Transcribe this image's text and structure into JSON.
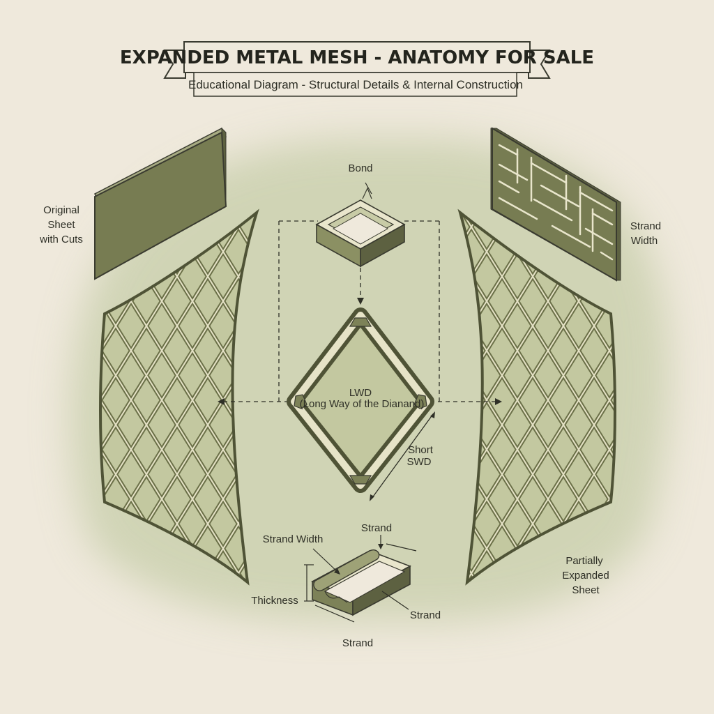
{
  "header": {
    "title": "EXPANDED METAL MESH - ANATOMY FOR SALE",
    "subtitle": "Educational Diagram - Structural Details & Internal Construction"
  },
  "labels": {
    "original_sheet": [
      "Original",
      "Sheet",
      "with Cuts"
    ],
    "strand_width_top": [
      "Strand",
      "Width"
    ],
    "bond": "Bond",
    "lwd": "LWD",
    "lwd_full": "(Long Way of the Dianand)",
    "short": "Short",
    "swd": "SWD",
    "strand_width_bottom": "Strand Width",
    "strand_top": "Strand",
    "thickness": "Thickness",
    "strand_right": "Strand",
    "strand_bottom": "Strand",
    "partially_expanded": [
      "Partially",
      "Expanded",
      "Sheet"
    ]
  },
  "colors": {
    "background": "#efe9dc",
    "wash": "#c9cfae",
    "metal_fill": "#7d8258",
    "metal_dark": "#4f5336",
    "metal_light": "#e9e6cc",
    "ink": "#2e2f26"
  }
}
